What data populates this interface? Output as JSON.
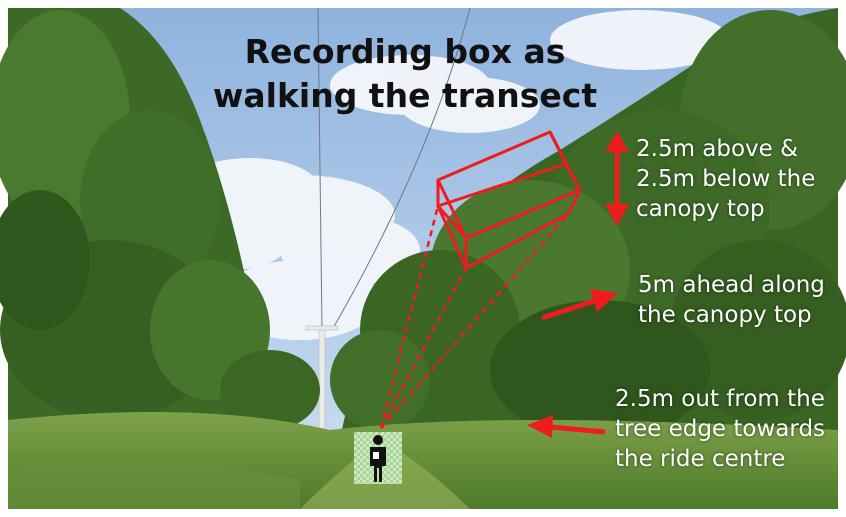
{
  "title": [
    "Recording box as",
    "walking the transect"
  ],
  "annotations": [
    {
      "lines": [
        "2.5m above &",
        "2.5m below the",
        "canopy top"
      ]
    },
    {
      "lines": [
        "5m ahead along",
        "the canopy top"
      ]
    },
    {
      "lines": [
        "2.5m out from the",
        "tree edge towards",
        "the ride centre"
      ]
    }
  ],
  "colors": {
    "annotation_red": "#ee1c1c",
    "title_text": "#111111",
    "label_text": "#ffffff",
    "sky": "#a9c6e6",
    "foliage": "#3f6a2a",
    "marker_bg": "#bfe3b0"
  },
  "icons": [
    "person-icon",
    "double-arrow-icon",
    "right-arrow-icon",
    "left-arrow-icon",
    "recording-box-icon"
  ]
}
